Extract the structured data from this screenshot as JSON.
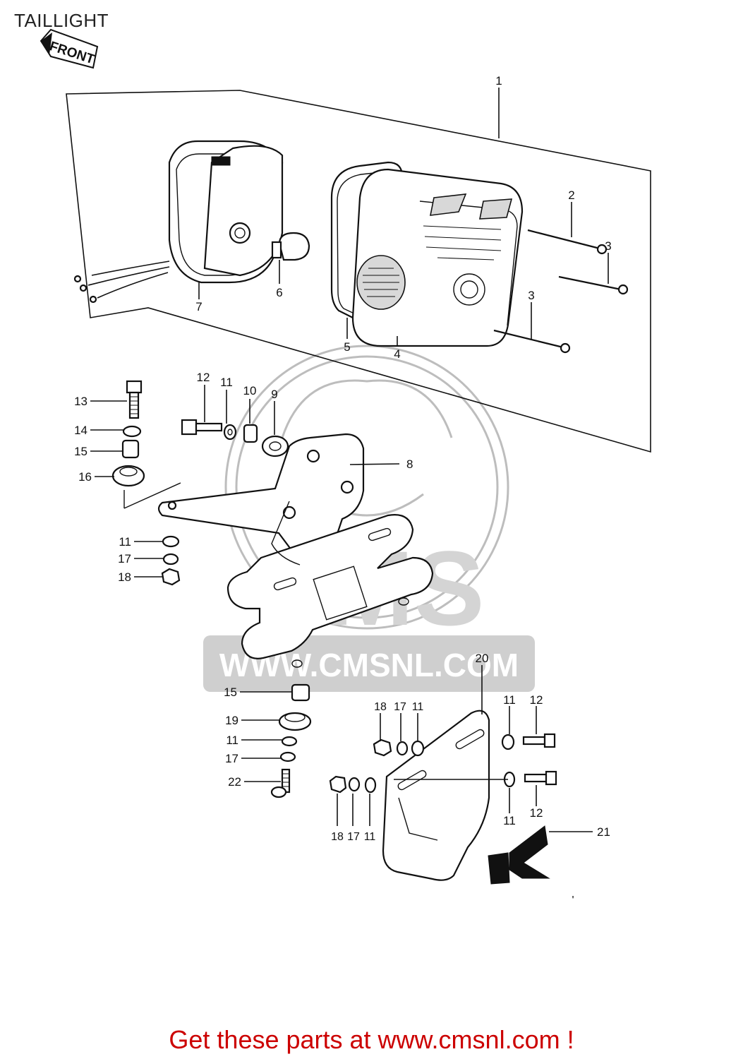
{
  "title": "TAILLIGHT",
  "front_label": "FRONT",
  "watermark": {
    "brand": "CMS",
    "site": "WWW.CMSNL.COM"
  },
  "footer": "Get these parts at www.cmsnl.com !",
  "callouts": {
    "c1": "1",
    "c2": "2",
    "c3a": "3",
    "c3b": "3",
    "c4": "4",
    "c5": "5",
    "c6": "6",
    "c7": "7",
    "c8": "8",
    "c9": "9",
    "c10": "10",
    "c11a": "11",
    "c12a": "12",
    "c13": "13",
    "c14": "14",
    "c15a": "15",
    "c16": "16",
    "c11b": "11",
    "c17a": "17",
    "c18a": "18",
    "c15b": "15",
    "c19": "19",
    "c11c": "11",
    "c17b": "17",
    "c22": "22",
    "c20": "20",
    "c18b": "18",
    "c17c": "17",
    "c11d": "11",
    "c11e": "11",
    "c12b": "12",
    "c11f": "11",
    "c12c": "12",
    "c18c": "18",
    "c17d": "17",
    "c11g": "11",
    "c21": "21",
    "cdot": "'"
  }
}
